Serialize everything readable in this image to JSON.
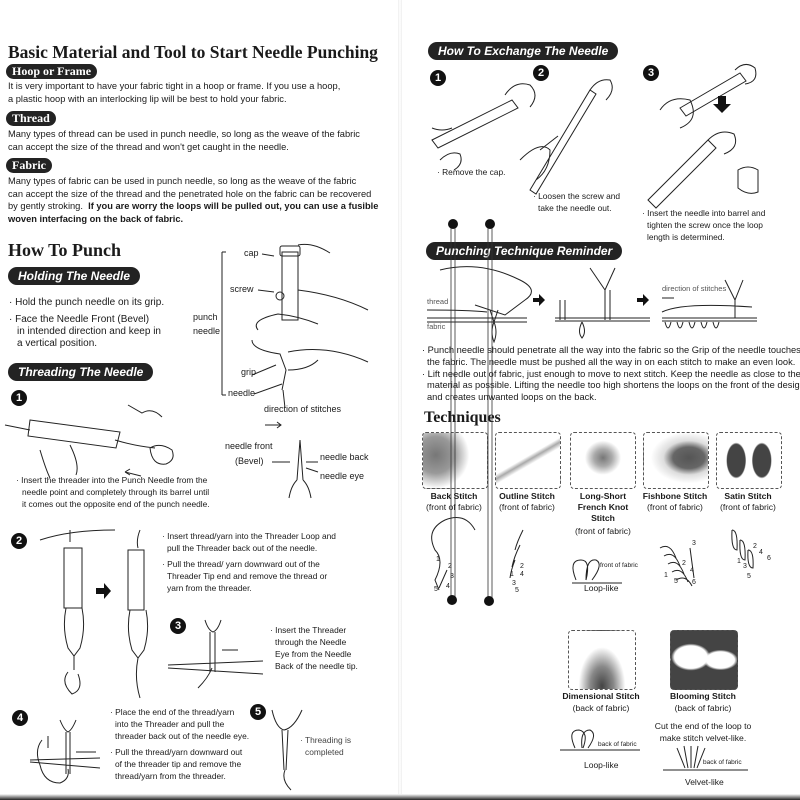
{
  "left_page": {
    "title": "Basic Material and Tool to Start Needle Punching",
    "sections": [
      {
        "label": "Hoop or Frame",
        "lines": [
          "It is very important to have your fabric tight in a hoop or frame. If you use a hoop,",
          "a plastic hoop with an interlocking lip will be best to hold your fabric."
        ]
      },
      {
        "label": "Thread",
        "lines": [
          "Many types of thread can be used in punch needle, so long as the weave of the fabric",
          "can accept the size of the thread and won't get caught in the needle."
        ]
      },
      {
        "label": "Fabric",
        "lines": [
          "Many types of fabric can be used in punch needle, so long as the weave of the fabric",
          "can accept the size of the thread and the penetrated hole on the fabric can be recovered",
          "by gently stroking."
        ],
        "bold_lines": [
          "If you are worry the loops will be pulled out,  you can use a fusible",
          "woven interfacing on the back of fabric."
        ]
      }
    ],
    "how_to_punch": {
      "heading": "How To Punch",
      "holding_label": "Holding The Needle",
      "holding_bullets": [
        "· Hold the punch needle on its grip.",
        "· Face the Needle Front (Bevel)",
        "in intended direction and keep in",
        "a vertical position."
      ],
      "diagram_labels": {
        "cap": "cap",
        "screw": "screw",
        "punch": "punch",
        "needle_word": "needle",
        "grip": "grip",
        "needle": "needle",
        "direction": "direction of stitches",
        "needle_front": "needle front",
        "bevel": "(Bevel)",
        "needle_back": "needle back",
        "needle_eye": "needle eye"
      }
    },
    "threading": {
      "label": "Threading The Needle",
      "steps": [
        {
          "num": "1",
          "lines": [
            "· Insert the threader into the Punch Needle from the",
            "needle point and completely through its barrel until",
            "it comes out the opposite end of  the punch needle."
          ]
        },
        {
          "num": "2",
          "lines": [
            "· Insert thread/yarn into the Threader Loop and",
            "pull the Threader back out of the needle.",
            "· Pull the thread/ yarn downward out  of the",
            "Threader Tip end and remove  the thread or",
            "yarn from the threader."
          ]
        },
        {
          "num": "3",
          "lines": [
            "· Insert the Threader",
            "through the Needle",
            "Eye from the Needle",
            "Back of the needle tip."
          ]
        },
        {
          "num": "4",
          "lines": [
            "· Place the end of the thread/yarn",
            "into the Threader and pull the",
            "threader back out of the needle eye.",
            "· Pull the thread/yarn downward out",
            "of the threader tip and remove the",
            "thread/yarn from the threader."
          ]
        },
        {
          "num": "5",
          "lines": [
            "· Threading is",
            "completed"
          ]
        }
      ]
    }
  },
  "right_page": {
    "exchange": {
      "label": "How  To Exchange The Needle",
      "steps": [
        {
          "num": "1",
          "lines": [
            "· Remove the cap."
          ]
        },
        {
          "num": "2",
          "lines": [
            "· Loosen the screw and",
            "take the needle out."
          ]
        },
        {
          "num": "3",
          "lines": [
            "· Insert the needle into barrel and",
            "tighten the screw once the loop",
            "length is determined."
          ]
        }
      ]
    },
    "reminder": {
      "label": "Punching Technique Reminder",
      "labels": {
        "thread": "thread",
        "fabric": "fabric",
        "direction": "direction of stitches"
      },
      "paragraph": [
        "· Punch needle should penetrate all the way into the fabric so the Grip of the needle touches",
        "the fabric. The needle must be pushed all the way in on each stitch to make an even look.",
        "· Lift needle out of fabric, just enough to  move to next stitch. Keep the needle as close to the",
        "material as possible. Lifting the needle too high shortens the loops on the front of the design",
        "and creates unwanted loops on the back."
      ]
    },
    "techniques": {
      "heading": "Techniques",
      "row1": [
        {
          "name": "Back Stitch",
          "side": "(front of fabric)",
          "nums": [
            "1",
            "2",
            "3",
            "4",
            "5"
          ]
        },
        {
          "name": "Outline Stitch",
          "side": "(front of fabric)",
          "nums": [
            "1",
            "2",
            "3",
            "4",
            "5"
          ]
        },
        {
          "name": "Long-Short French Knot Stitch",
          "side": "(front of fabric)",
          "note": "front of fabric",
          "style": "Loop-like"
        },
        {
          "name": "Fishbone Stitch",
          "side": "(front of fabric)",
          "nums": [
            "1",
            "2",
            "3",
            "4",
            "5",
            "6"
          ]
        },
        {
          "name": "Satin Stitch",
          "side": "(front of fabric)",
          "nums": [
            "1",
            "2",
            "3",
            "4",
            "5",
            "6"
          ]
        }
      ],
      "row2": [
        {
          "name": "Dimensional Stitch",
          "side": "(back of fabric)",
          "note": "back of fabric",
          "style": "Loop-like"
        },
        {
          "name": "Blooming Stitch",
          "side": "(back of fabric)",
          "tip": [
            "Cut the end of the loop to",
            "make stitch velvet-like."
          ],
          "note": "back of fabric",
          "style": "Velvet-like"
        }
      ]
    }
  }
}
